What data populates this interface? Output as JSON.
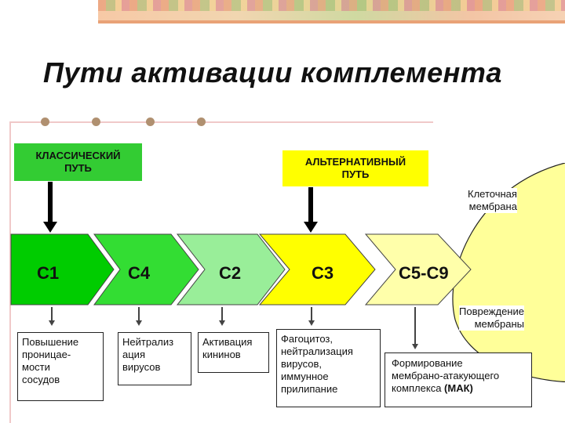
{
  "title": "Пути активации комплемента",
  "pathways": {
    "classical": {
      "line1": "КЛАССИЧЕСКИЙ",
      "line2": "ПУТЬ",
      "color": "#33cc33"
    },
    "alternative": {
      "line1": "АЛЬТЕРНАТИВНЫЙ",
      "line2": "ПУТЬ",
      "color": "#ffff00"
    }
  },
  "components": [
    {
      "label": "C1",
      "color": "#00cc00"
    },
    {
      "label": "C4",
      "color": "#33dd33"
    },
    {
      "label": "C2",
      "color": "#99ee99"
    },
    {
      "label": "C3",
      "color": "#ffff00"
    },
    {
      "label": "C5-C9",
      "color": "#ffffaa"
    }
  ],
  "membrane": {
    "line1": "Клеточная",
    "line2": "мембрана",
    "color": "#ffff99"
  },
  "membrane_damage": {
    "line1": "Повреждение",
    "line2": "мембраны"
  },
  "effects": {
    "c1": [
      "Повышение",
      "проницае-",
      "мости",
      "сосудов"
    ],
    "c4": [
      "Нейтрализ",
      "ация",
      "вирусов"
    ],
    "c2": [
      "Активация",
      "кининов"
    ],
    "c3": [
      "Фагоцитоз,",
      "нейтрализация",
      "вирусов,",
      "иммунное",
      "прилипание"
    ],
    "c5c9": {
      "line1": "Формирование",
      "line2": "мембрано-атакующего",
      "line3_prefix": "комплекса ",
      "line3_bold": "(МАК)"
    }
  }
}
